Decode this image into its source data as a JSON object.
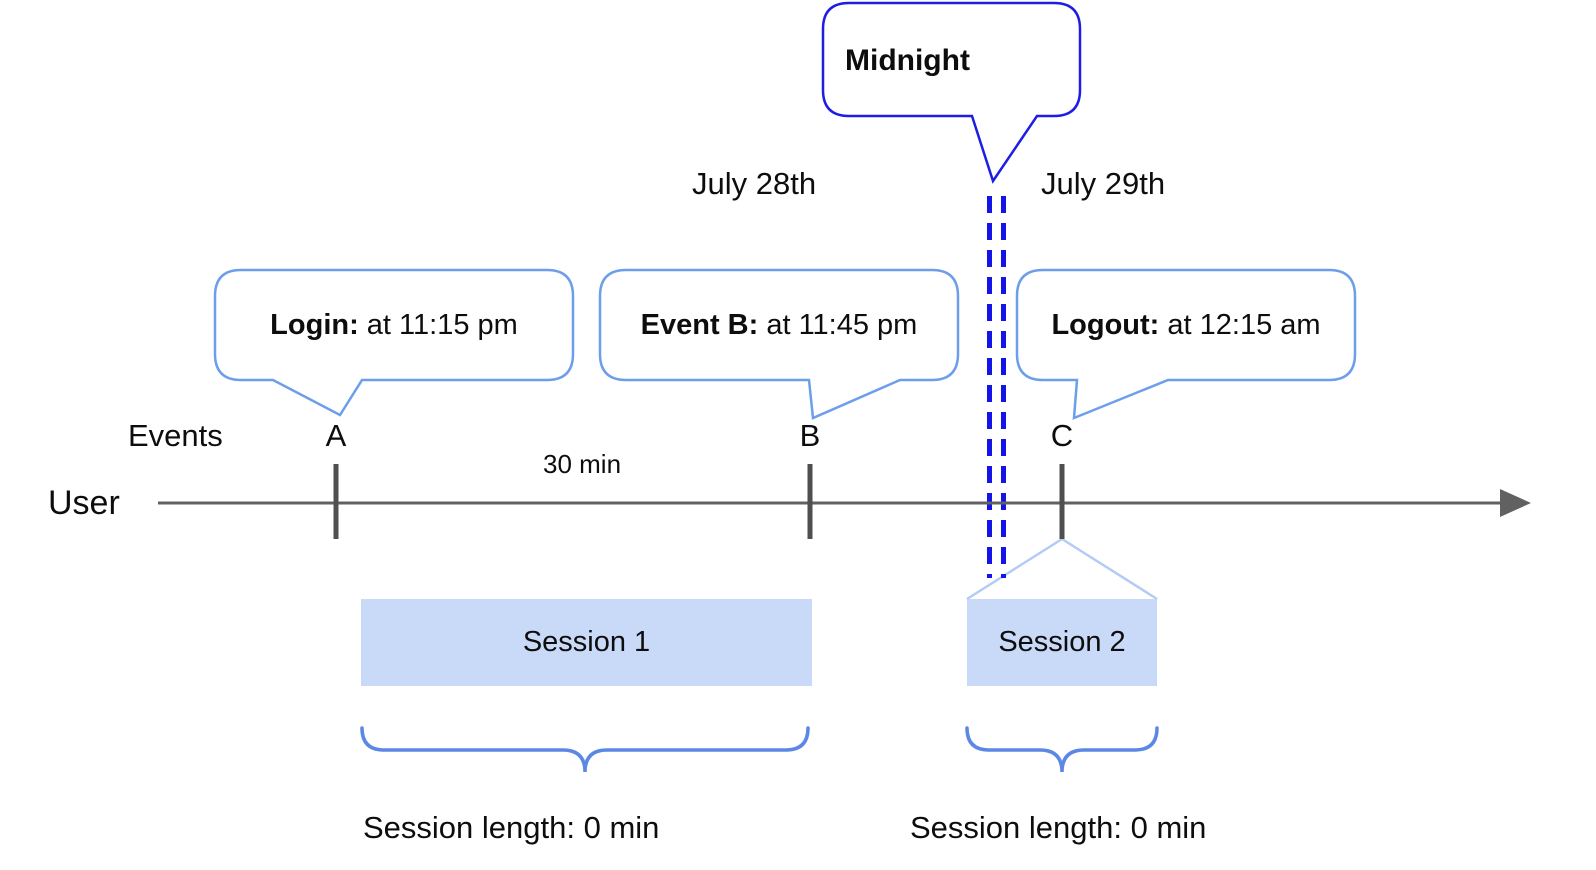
{
  "callouts": {
    "midnight": {
      "label": "Midnight"
    },
    "login": {
      "bold": "Login:",
      "rest": " at 11:15 pm"
    },
    "event_b": {
      "bold": "Event B:",
      "rest": " at 11:45 pm"
    },
    "logout": {
      "bold": "Logout:",
      "rest": " at 12:15 am"
    }
  },
  "dates": {
    "before_midnight": "July 28th",
    "after_midnight": "July 29th"
  },
  "timeline": {
    "row_label": "User",
    "events_label": "Events",
    "interval_label": "30 min",
    "event_a": "A",
    "event_b": "B",
    "event_c": "C"
  },
  "sessions": {
    "session1": {
      "label": "Session 1",
      "length": "Session length: 0 min"
    },
    "session2": {
      "label": "Session 2",
      "length": "Session length: 0 min"
    }
  },
  "colors": {
    "callout_border": "#6d9eeb",
    "midnight_border": "#1d1de4",
    "midnight_dash": "#1414e8",
    "session_fill": "#c9daf8",
    "session_connector": "#b3cbf5",
    "brace": "#5b87e5",
    "axis": "#616161",
    "tick": "#4f4f4f"
  }
}
